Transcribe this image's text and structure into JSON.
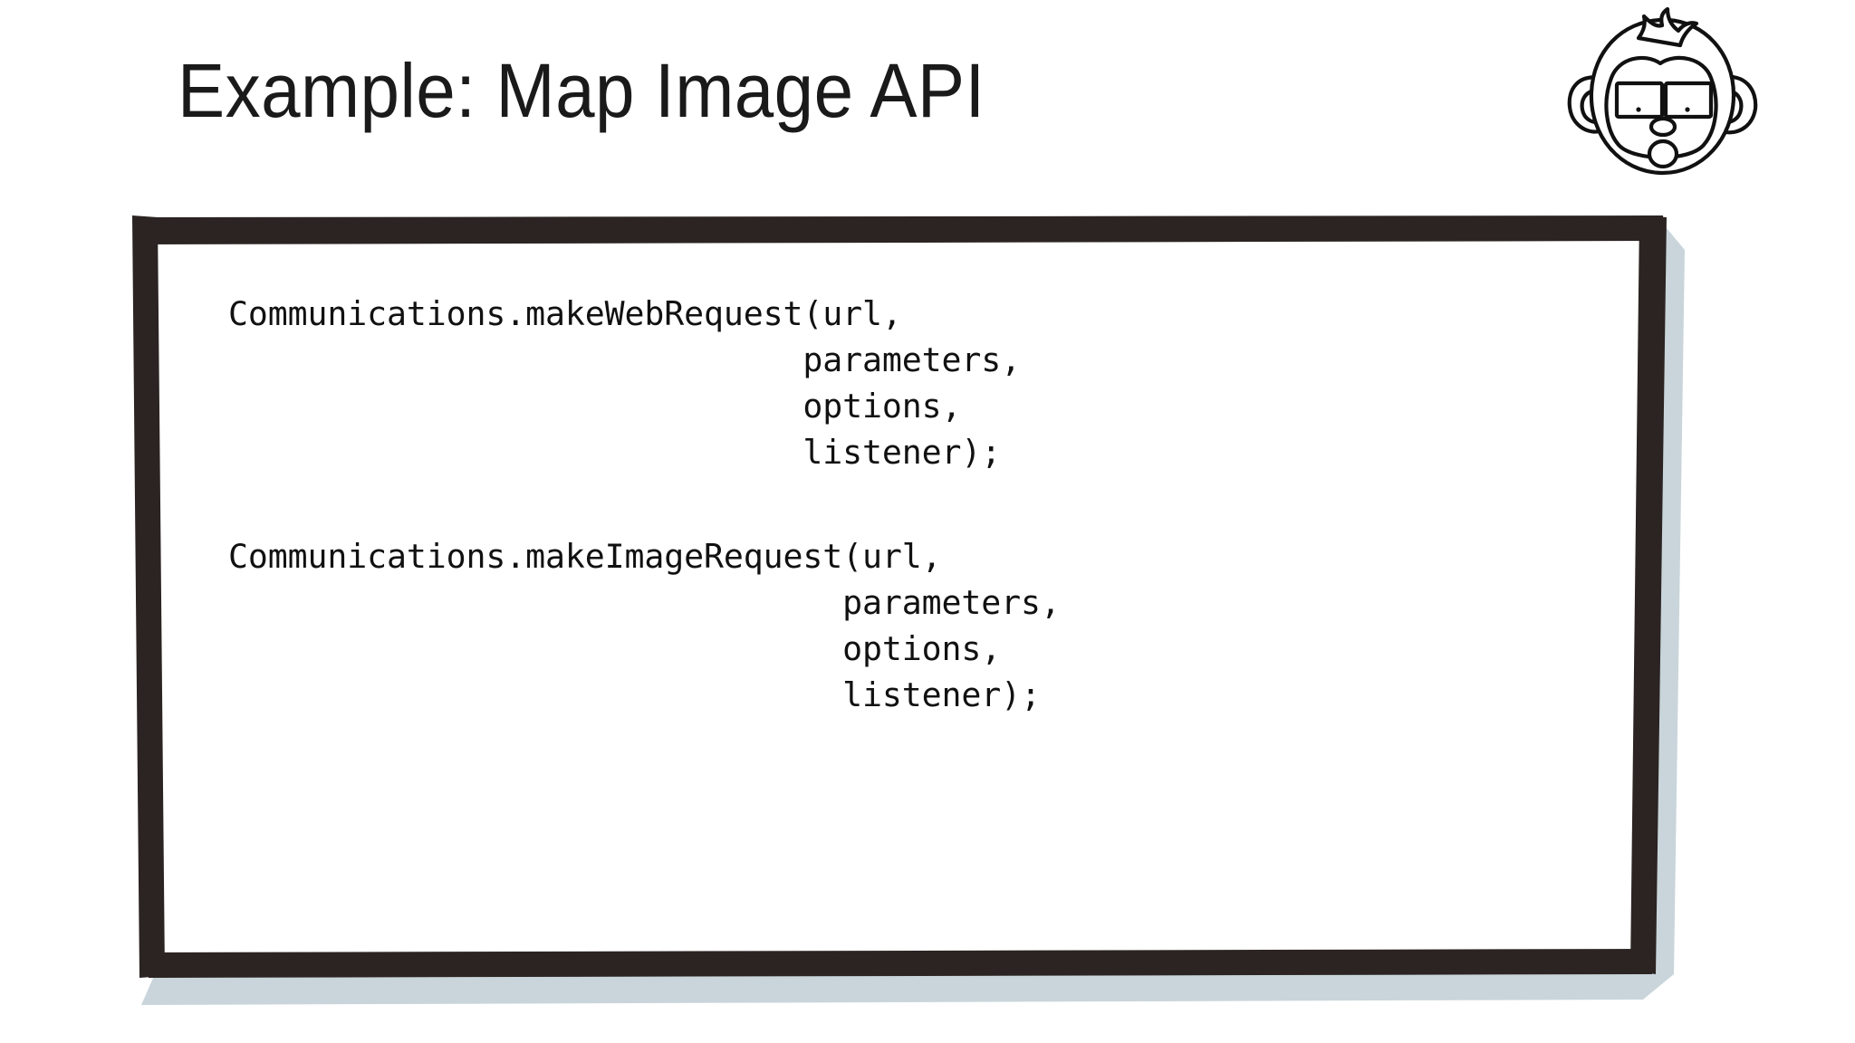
{
  "slide": {
    "title": "Example: Map Image API",
    "background_color": "#ffffff",
    "text_color": "#1a1a1a"
  },
  "logo": {
    "name": "monkey-face-logo",
    "description": "hand-drawn monkey face with rectangular glasses"
  },
  "frame": {
    "name": "hand-drawn-code-frame",
    "border_color": "#2b2422",
    "shadow_color": "#c9d5da",
    "fill_color": "#ffffff"
  },
  "code": {
    "blocks": [
      {
        "id": "make-web-request",
        "lines": [
          "Communications.makeWebRequest(url,",
          "                             parameters,",
          "                             options,",
          "                             listener);"
        ]
      },
      {
        "id": "make-image-request",
        "lines": [
          "Communications.makeImageRequest(url,",
          "                               parameters,",
          "                               options,",
          "                               listener);"
        ]
      }
    ],
    "block_1_text": "Communications.makeWebRequest(url,\n                             parameters,\n                             options,\n                             listener);",
    "block_2_text": "Communications.makeImageRequest(url,\n                               parameters,\n                               options,\n                               listener);"
  }
}
